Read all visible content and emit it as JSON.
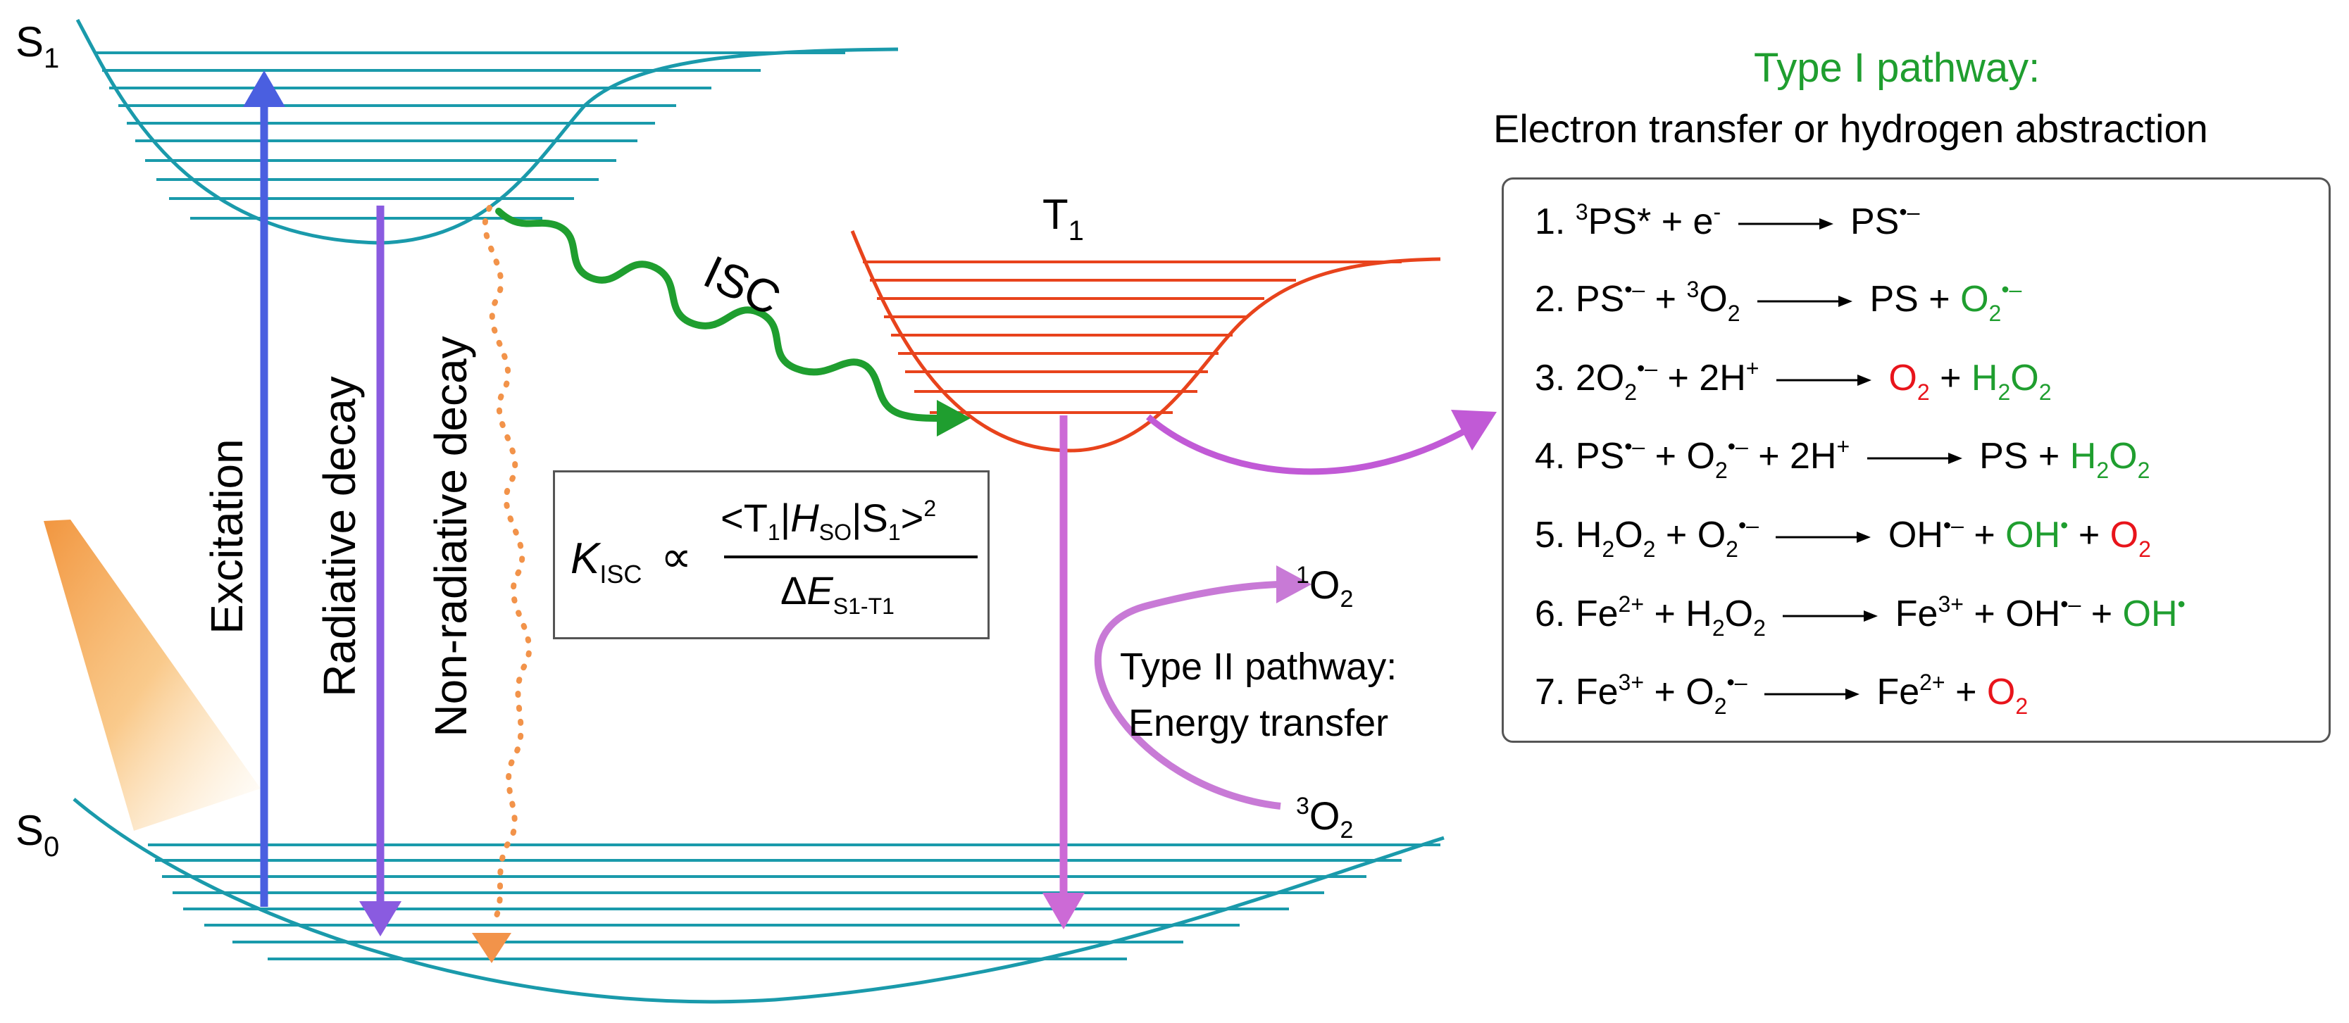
{
  "states": {
    "s1": "S",
    "s1_sub": "1",
    "s0": "S",
    "s0_sub": "0",
    "t1": "T",
    "t1_sub": "1"
  },
  "vertical_labels": {
    "excitation": "Excitation",
    "radiative": "Radiative decay",
    "nonradiative": "Non-radiative decay"
  },
  "isc_label": "ISC",
  "formula": {
    "k": "K",
    "k_sub": "ISC",
    "propto": "∝",
    "numerator_open": "<T",
    "numerator_t_sub": "1",
    "numerator_bar1": "|",
    "numerator_h": "H",
    "numerator_h_sub": "SO",
    "numerator_bar2": "|S",
    "numerator_s_sub": "1",
    "numerator_close": ">",
    "numerator_sup": "2",
    "denominator_delta": "Δ",
    "denominator_e": "E",
    "denominator_sub": "S1-T1"
  },
  "type_one": {
    "title": "Type I pathway:",
    "subtitle": "Electron transfer or hydrogen abstraction"
  },
  "type_two": {
    "line1": "Type II pathway:",
    "line2": "Energy transfer",
    "singlet_o2_sup": "1",
    "singlet_o2": "O",
    "singlet_o2_sub": "2",
    "triplet_o2_sup": "3",
    "triplet_o2": "O",
    "triplet_o2_sub": "2"
  },
  "reactions": {
    "r1": {
      "num": "1.",
      "a_sup": "3",
      "a": "PS*",
      "plus1": "+",
      "b": "e",
      "b_sup": "-",
      "c": "PS",
      "c_sup": "•–"
    },
    "r2": {
      "num": "2.",
      "a": "PS",
      "a_sup": "•–",
      "plus1": "+",
      "b_sup": "3",
      "b": "O",
      "b_sub": "2",
      "c": "PS",
      "plus2": "+",
      "d": "O",
      "d_sub": "2",
      "d_sup": "•–"
    },
    "r3": {
      "num": "3.",
      "a": "2O",
      "a_sub": "2",
      "a_sup": "•–",
      "plus1": "+",
      "b": "2H",
      "b_sup": "+",
      "c": "O",
      "c_sub": "2",
      "plus2": "+",
      "d": "H",
      "d_sub1": "2",
      "d_mid": "O",
      "d_sub2": "2"
    },
    "r4": {
      "num": "4.",
      "a": "PS",
      "a_sup": "•–",
      "plus1": "+",
      "b": "O",
      "b_sub": "2",
      "b_sup": "•–",
      "plus2": "+",
      "c": "2H",
      "c_sup": "+",
      "d": "PS",
      "plus3": "+",
      "e": "H",
      "e_sub1": "2",
      "e_mid": "O",
      "e_sub2": "2"
    },
    "r5": {
      "num": "5.",
      "a": "H",
      "a_sub1": "2",
      "a_mid": "O",
      "a_sub2": "2",
      "plus1": "+",
      "b": "O",
      "b_sub": "2",
      "b_sup": "•–",
      "c": "OH",
      "c_sup": "•–",
      "plus2": "+",
      "d": "OH",
      "d_sup": "•",
      "plus3": "+",
      "e": "O",
      "e_sub": "2"
    },
    "r6": {
      "num": "6.",
      "a": "Fe",
      "a_sup": "2+",
      "plus1": "+",
      "b": "H",
      "b_sub1": "2",
      "b_mid": "O",
      "b_sub2": "2",
      "c": "Fe",
      "c_sup": "3+",
      "plus2": "+",
      "d": "OH",
      "d_sup": "•–",
      "plus3": "+",
      "e": "OH",
      "e_sup": "•"
    },
    "r7": {
      "num": "7.",
      "a": "Fe",
      "a_sup": "3+",
      "plus1": "+",
      "b": "O",
      "b_sub": "2",
      "b_sup": "•–",
      "c": "Fe",
      "c_sup": "2+",
      "plus2": "+",
      "d": "O",
      "d_sub": "2"
    }
  },
  "colors": {
    "singlet_levels": "#1a9aab",
    "triplet_levels": "#e8431c",
    "excitation_arrow": "#4a5fe0",
    "radiative_arrow": "#8a5be0",
    "nonradiative_arrow": "#f2934a",
    "isc_arrow": "#1f9e2f",
    "phosphorescence_arrow": "#cc6ad6",
    "pathway_arrow": "#c15ad6",
    "green_text": "#1f9e2f",
    "red_text": "#e8141b"
  }
}
